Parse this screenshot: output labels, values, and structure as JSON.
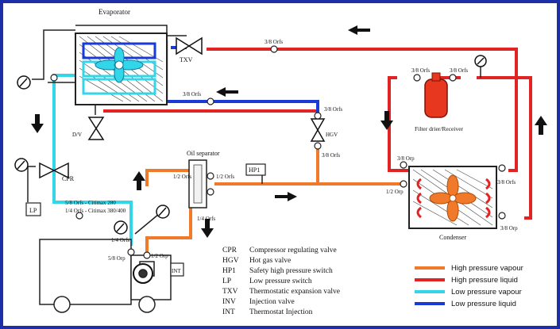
{
  "labels": {
    "evaporator": "Evaporator",
    "txv": "TXV",
    "dv": "D/V",
    "cpr": "CPR",
    "lp": "LP",
    "hgv": "HGV",
    "hp1": "HP1",
    "int": "INT",
    "oil_separator": "Oil separator",
    "filter_drier": "Filter drier/Receiver",
    "condenser": "Condenser",
    "pipe_38_top": "3/8 Orfs",
    "pipe_38_mid": "3/8 Orfs",
    "pipe_38_hgv_top": "3/8 Orfs",
    "pipe_38_hgv_bot": "3/8 Orfs",
    "pipe_38_filter_left": "3/8 Orfs",
    "pipe_38_filter_right": "3/8 Orfs",
    "pipe_38_cond_in": "3/8 Orp",
    "pipe_12_cond": "1/2 Orp",
    "pipe_38_cond_right": "3/8 Orfs",
    "pipe_38_cond_bot": "3/8 Orp",
    "pipe_12_oil_in": "1/2 Orfs",
    "pipe_12_oil_out": "1/2 Orfs",
    "pipe_14_oil": "1/4 Orfs",
    "pipe_58_a": "5/8 Orfs - Citimax 280",
    "pipe_14_b": "1/4 Orfs - Citimax 380/400",
    "pipe_14_comp": "1/4 Orfs",
    "pipe_58_comp": "5/8 Orp",
    "pipe_12_comp": "1/2 Orp"
  },
  "abbreviations": [
    {
      "code": "CPR",
      "desc": "Compressor regulating valve"
    },
    {
      "code": "HGV",
      "desc": "Hot gas valve"
    },
    {
      "code": "HP1",
      "desc": "Safety high pressure switch"
    },
    {
      "code": "LP",
      "desc": "Low pressure switch"
    },
    {
      "code": "TXV",
      "desc": "Thermostatic expansion valve"
    },
    {
      "code": "INV",
      "desc": "Injection valve"
    },
    {
      "code": "INT",
      "desc": "Thermostat Injection"
    }
  ],
  "legend": [
    {
      "label": "High pressure vapour",
      "color": "#f07a2a"
    },
    {
      "label": "High pressure liquid",
      "color": "#e02424"
    },
    {
      "label": "Low pressure vapour",
      "color": "#33d6e8"
    },
    {
      "label": "Low pressure liquid",
      "color": "#1a3ad8"
    }
  ],
  "colors": {
    "frame": "#1c2fa8",
    "hp_vapour": "#f07a2a",
    "hp_liquid": "#e02424",
    "lp_vapour": "#33d6e8",
    "lp_liquid": "#1a3ad8"
  }
}
